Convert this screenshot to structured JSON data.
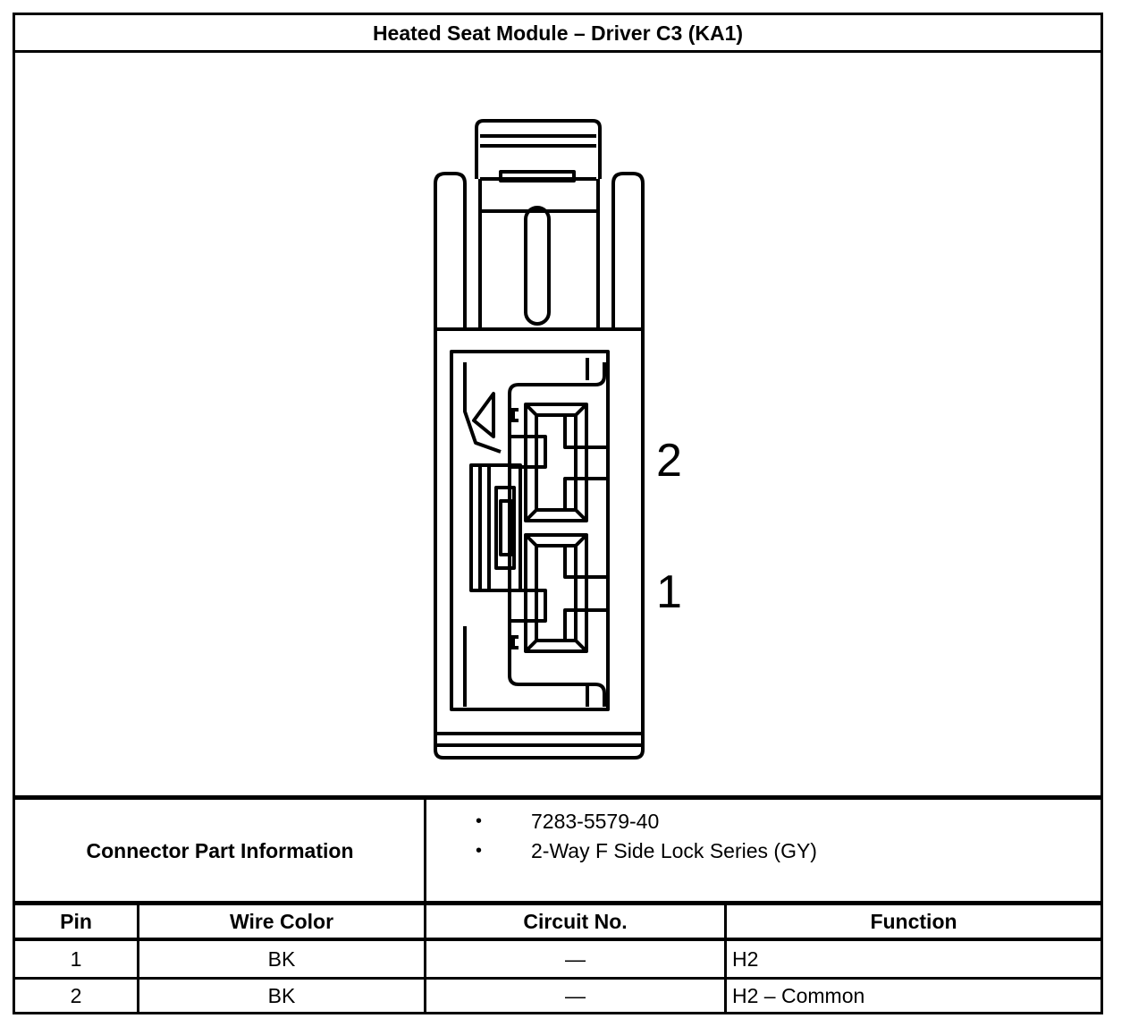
{
  "title": "Heated Seat Module – Driver C3 (KA1)",
  "diagram": {
    "pin_labels": [
      "2",
      "1"
    ]
  },
  "connector_info": {
    "label": "Connector Part Information",
    "items": [
      "7283-5579-40",
      "2-Way F Side Lock Series (GY)"
    ],
    "bullet": "•"
  },
  "table": {
    "headers": [
      "Pin",
      "Wire Color",
      "Circuit No.",
      "Function"
    ],
    "rows": [
      [
        "1",
        "BK",
        "—",
        "H2"
      ],
      [
        "2",
        "BK",
        "—",
        "H2 – Common"
      ]
    ]
  }
}
